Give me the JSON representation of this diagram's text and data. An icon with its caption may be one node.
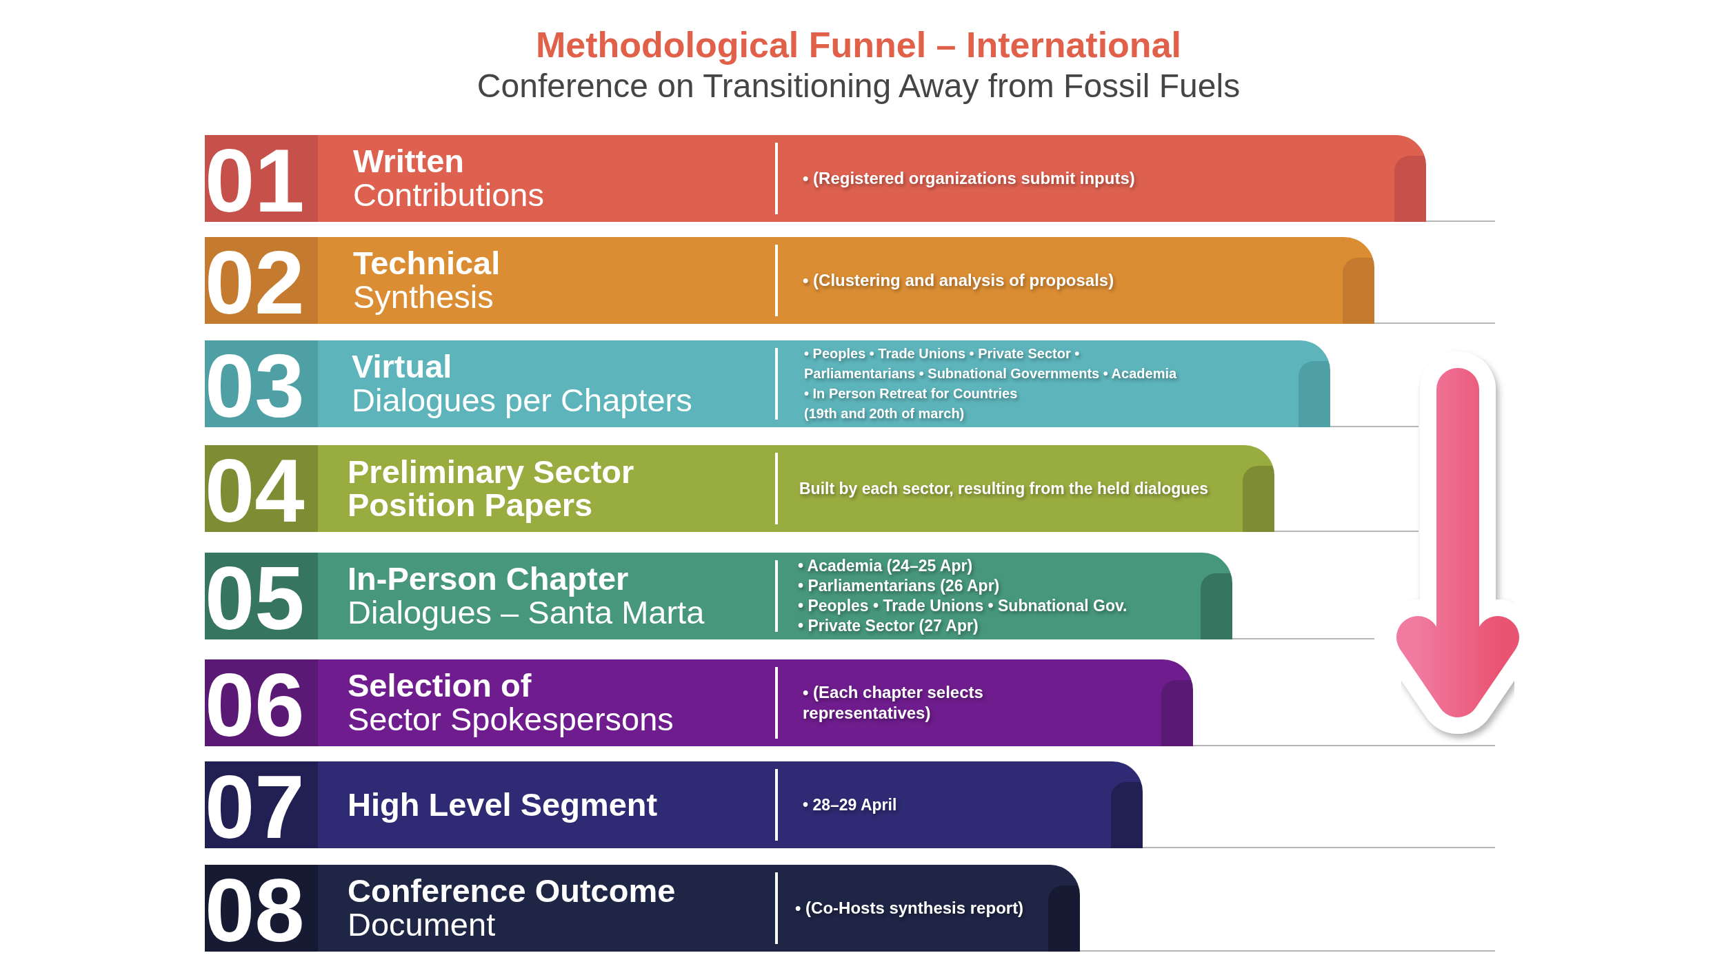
{
  "diagram": {
    "title": "**Methodological Funnel – International** Conference on Transitioning Away from Fossil Fuels",
    "nodes": [
      {
        "text": [
          "01",
          "Written",
          "Contributions",
          "• (Registered organizations submit inputs)"
        ]
      },
      {
        "text": [
          "02",
          "Technical",
          "Synthesis",
          "• (Clustering and analysis of proposals)"
        ]
      },
      {
        "text": [
          "03",
          "Virtual",
          "Dialogues per Chapters",
          "• Peoples • Trade Unions • Private Sector • Parliamentarians • Subnational Governments • Academia",
          "• In Person Retreat for Countries (19th and 20th of march)"
        ]
      },
      {
        "text": [
          "04",
          "Preliminary Sector Position Papers",
          "Built by each sector, resulting from the held dialogues"
        ]
      },
      {
        "text": [
          "05",
          "In-Person Chapter",
          "Dialogues – Santa Marta",
          "• Academia (24–25 Apr)",
          "• Parliamentarians (26 Apr)",
          "• Peoples • Trade Unions • Subnational Gov.",
          "• Private Sector (27 Apr)"
        ]
      },
      {
        "text": [
          "06",
          "Selection of",
          "Sector Spokespersons",
          "• (Each chapter selects representatives)"
        ]
      },
      {
        "text": [
          "07",
          "High Level Segment",
          "• 28–29 April"
        ]
      },
      {
        "text": [
          "08",
          "Conference Outcome",
          "Document",
          "• (Co-Hosts synthesis report)"
        ]
      }
    ]
  }
}
